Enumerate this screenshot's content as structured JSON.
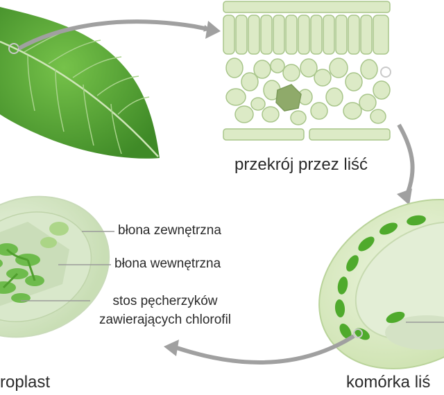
{
  "captions": {
    "cross_section": "przekrój przez liść",
    "cell": "komórka liś",
    "chloroplast": "roplast"
  },
  "callouts": {
    "outer_membrane": "błona zewnętrzna",
    "inner_membrane": "błona wewnętrzna",
    "thylakoid_line1": "stos pęcherzyków",
    "thylakoid_line2": "zawierających chlorofil"
  },
  "colors": {
    "leaf": "#5fae3b",
    "leaf_dark": "#3f8a27",
    "cell_fill": "#dbe9c4",
    "cell_stroke": "#aac88a",
    "chloroplast_green": "#4faa2c",
    "arrow_gray": "#a0a0a0"
  }
}
